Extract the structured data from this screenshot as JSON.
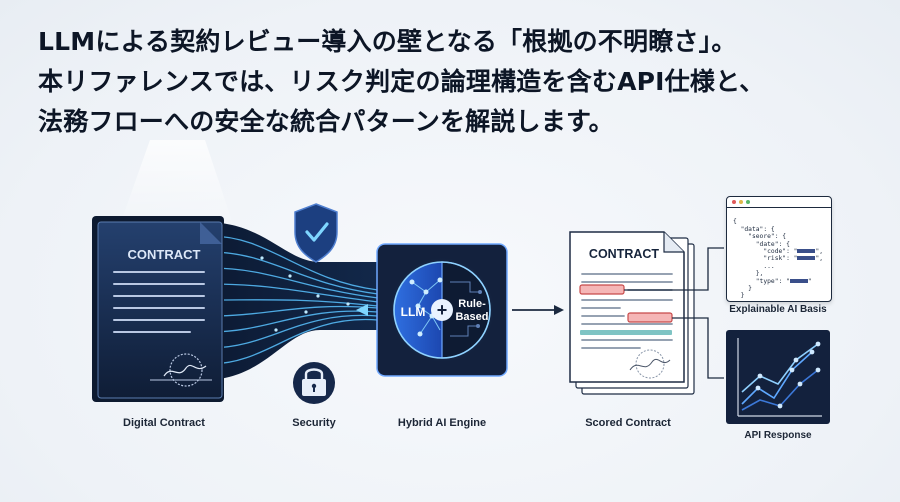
{
  "headline": {
    "line1": "LLMによる契約レビュー導入の壁となる「根拠の不明瞭さ」。",
    "line2": "本リファレンスでは、リスク判定の論理構造を含むAPI仕様と、",
    "line3": "法務フローへの安全な統合パターンを解説します。"
  },
  "stages": {
    "digital_contract": {
      "doc_title": "CONTRACT",
      "caption": "Digital Contract"
    },
    "security": {
      "caption": "Security"
    },
    "engine": {
      "left_label": "LLM",
      "plus": "+",
      "right_label_1": "Rule-",
      "right_label_2": "Based",
      "caption": "Hybrid AI Engine"
    },
    "scored_contract": {
      "doc_title": "CONTRACT",
      "caption": "Scored Contract"
    },
    "explainable": {
      "caption": "Explainable AI Basis",
      "json_lines": [
        "{",
        "  \"data\": {",
        "    \"seore\": {",
        "      \"date\": {",
        "        \"code\": \"",
        "        \"risk\": \"",
        "        ...",
        "      },",
        "      \"type\": \"",
        "    }",
        "  }"
      ]
    },
    "api_response": {
      "caption": "API Response"
    }
  },
  "colors": {
    "navy": "#14233f",
    "accent_blue": "#3aa8ff",
    "highlight_red": "#e36b6b",
    "highlight_teal": "#5fb3b3"
  }
}
